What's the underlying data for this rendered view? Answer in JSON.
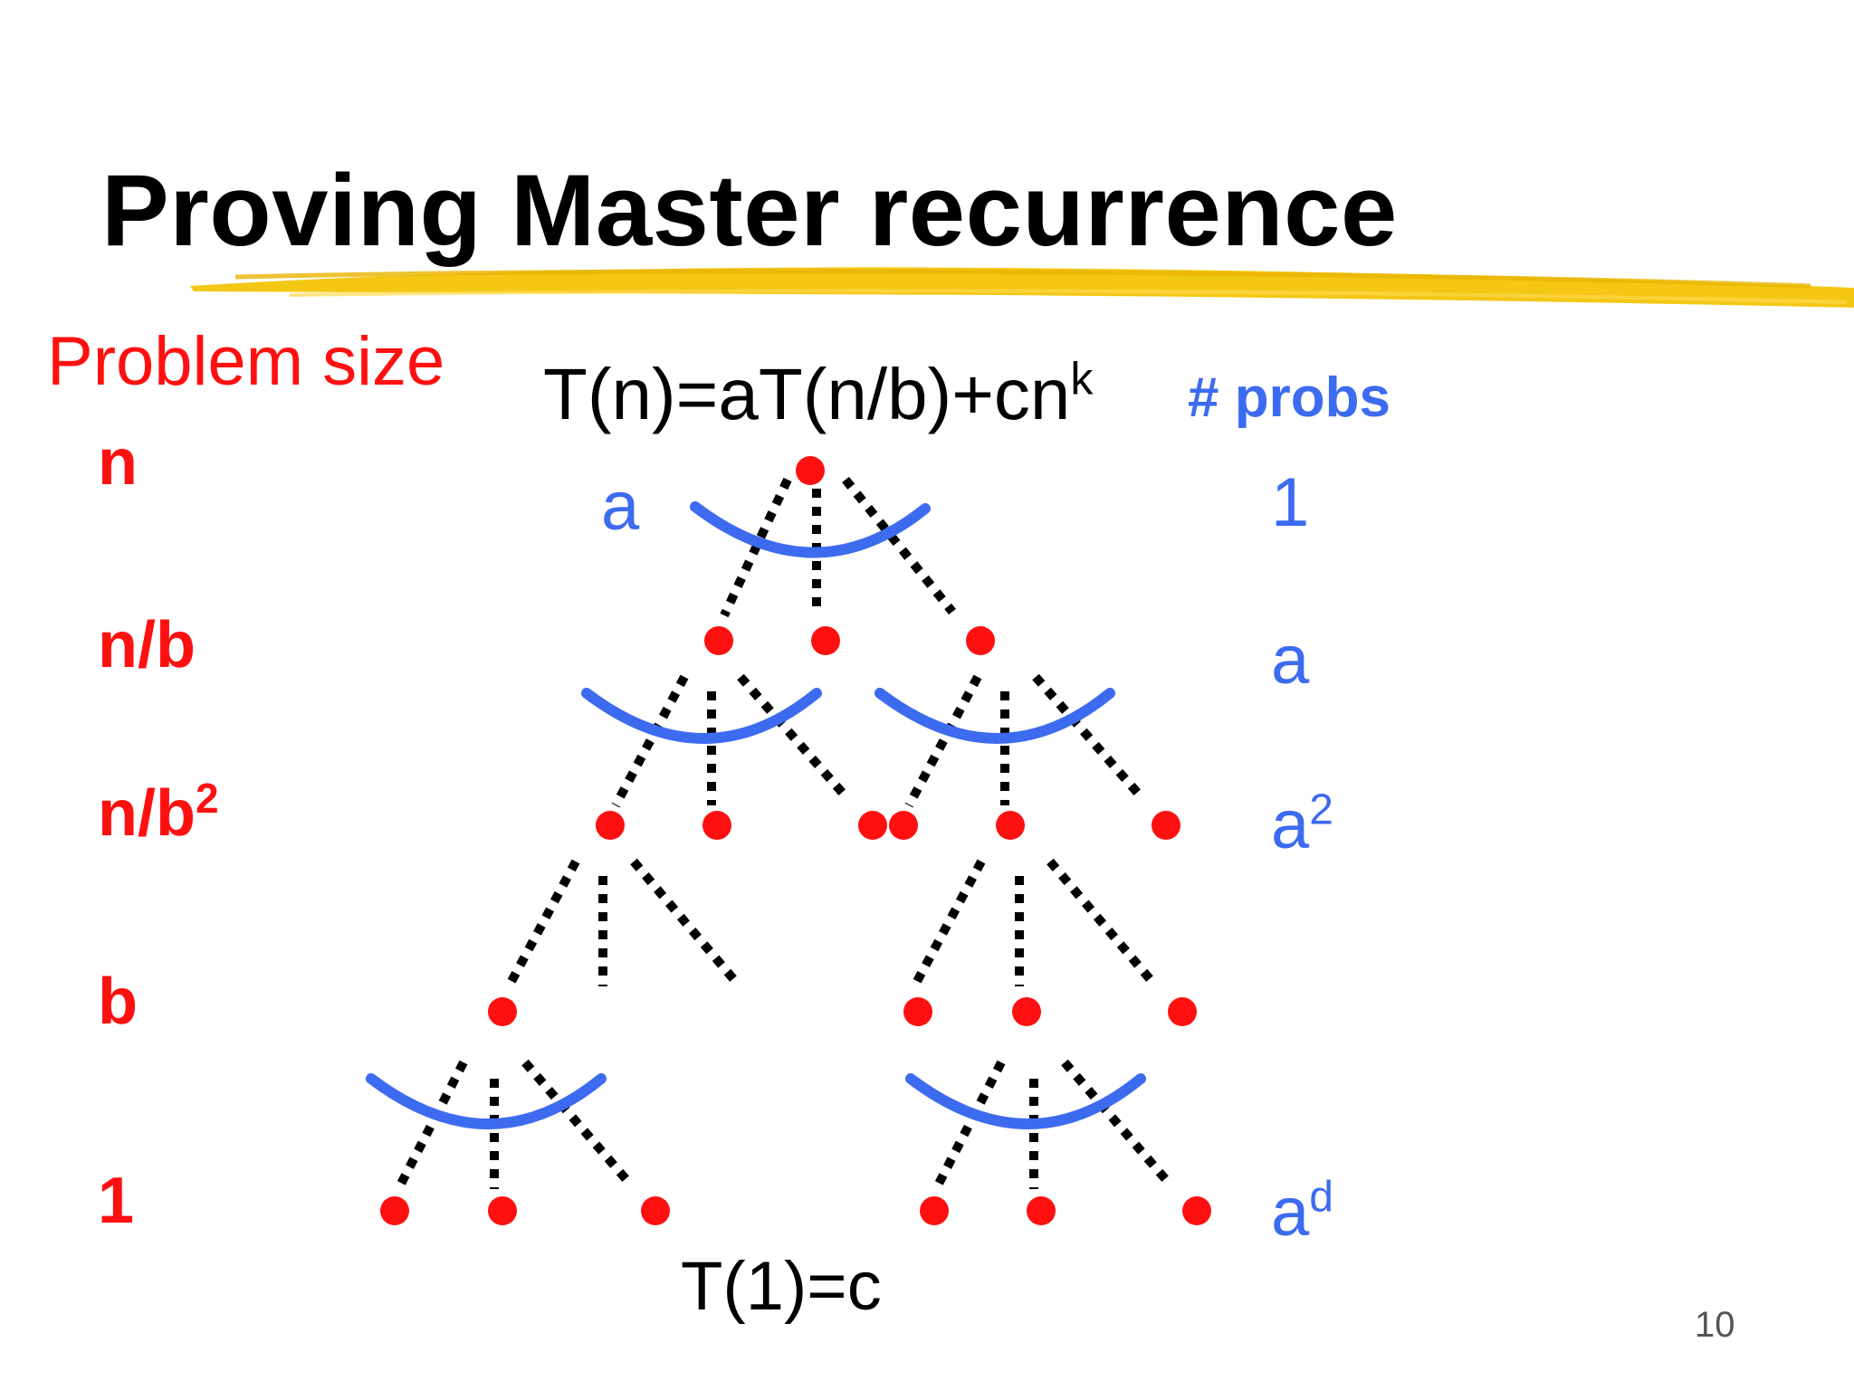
{
  "slide": {
    "title": "Proving Master recurrence",
    "page_number": "10"
  },
  "left_column": {
    "header": "Problem size",
    "levels": [
      {
        "base": "n",
        "sup": ""
      },
      {
        "base": "n/b",
        "sup": ""
      },
      {
        "base": "n/b",
        "sup": "2"
      },
      {
        "base": "b",
        "sup": ""
      },
      {
        "base": "1",
        "sup": ""
      }
    ]
  },
  "formula": {
    "main": "T(n)=aT(n/b)+cn",
    "exponent": "k"
  },
  "branch_label": "a",
  "base_case": "T(1)=c",
  "right_column": {
    "header": "# probs",
    "counts": [
      {
        "base": "1",
        "sup": ""
      },
      {
        "base": "a",
        "sup": ""
      },
      {
        "base": "a",
        "sup": "2"
      },
      {
        "base": "a",
        "sup": "d"
      }
    ]
  },
  "colors": {
    "node": "#ff1010",
    "brace": "#3d6bf0",
    "edge": "#000000",
    "highlight": "#f2c200"
  }
}
